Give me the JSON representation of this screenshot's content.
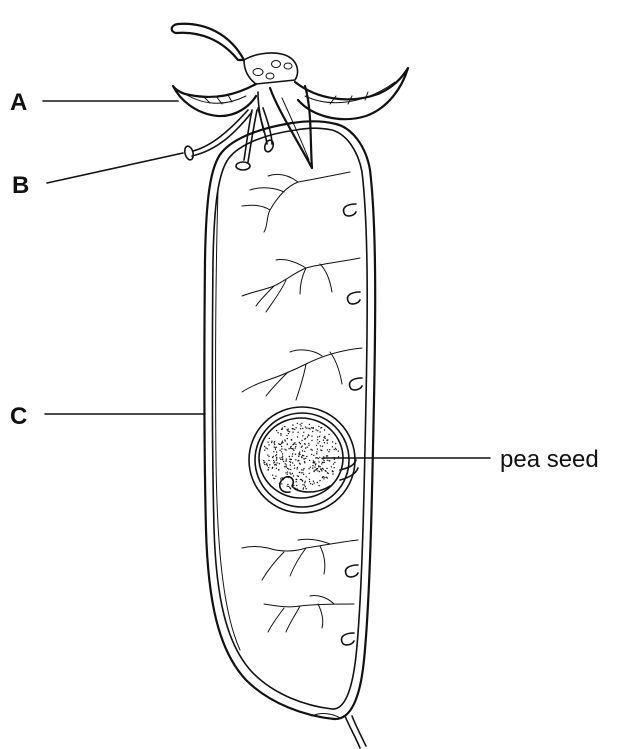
{
  "labels": {
    "a": "A",
    "b": "B",
    "c": "C",
    "pea_seed": "pea seed"
  },
  "colors": {
    "line": "#111111",
    "background": "#ffffff"
  }
}
